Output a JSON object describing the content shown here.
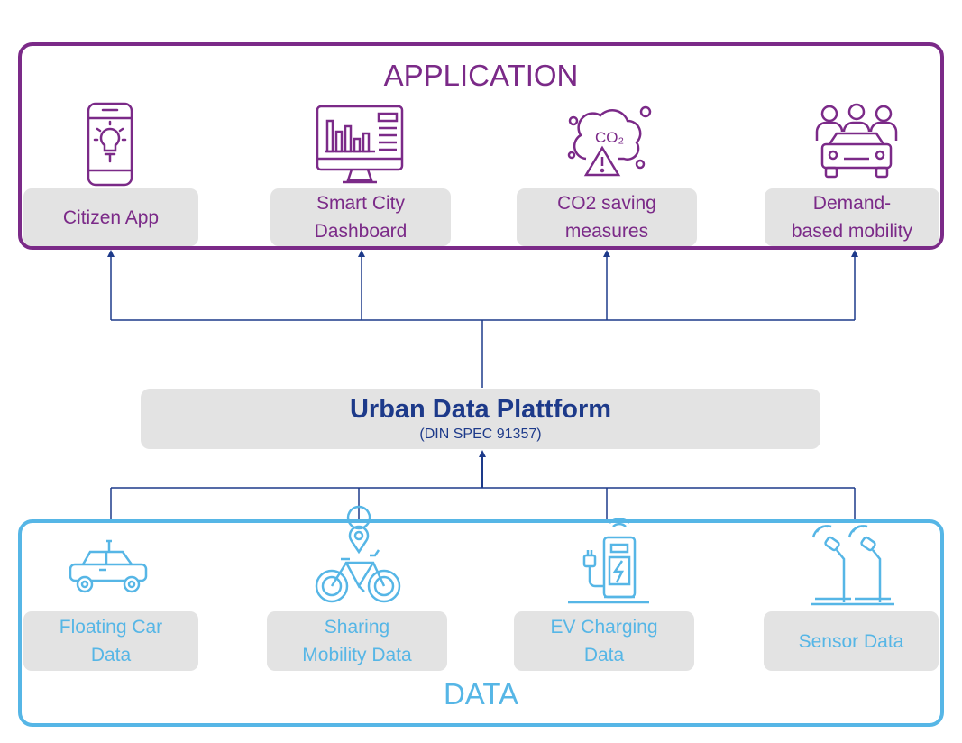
{
  "application": {
    "title": "APPLICATION",
    "color": "#7b2a88",
    "items": [
      {
        "label": "Citizen App",
        "icon": "smartphone-lightbulb-icon"
      },
      {
        "label": "Smart City\nDashboard",
        "icon": "monitor-dashboard-icon"
      },
      {
        "label": "CO2 saving\nmeasures",
        "icon": "co2-cloud-warning-icon"
      },
      {
        "label": "Demand-\nbased mobility",
        "icon": "car-with-people-icon"
      }
    ]
  },
  "platform": {
    "title": "Urban Data Plattform",
    "subtitle": "(DIN SPEC 91357)",
    "color": "#1d3a8a"
  },
  "data_layer": {
    "title": "DATA",
    "color": "#56b6e6",
    "items": [
      {
        "label": "Floating Car\nData",
        "icon": "connected-car-icon"
      },
      {
        "label": "Sharing\nMobility Data",
        "icon": "bike-location-pin-icon"
      },
      {
        "label": "EV Charging\nData",
        "icon": "ev-charging-station-icon"
      },
      {
        "label": "Sensor Data",
        "icon": "street-sensor-icon"
      }
    ]
  },
  "connector_color": "#1d3a8a",
  "card_color": "#e3e3e3"
}
